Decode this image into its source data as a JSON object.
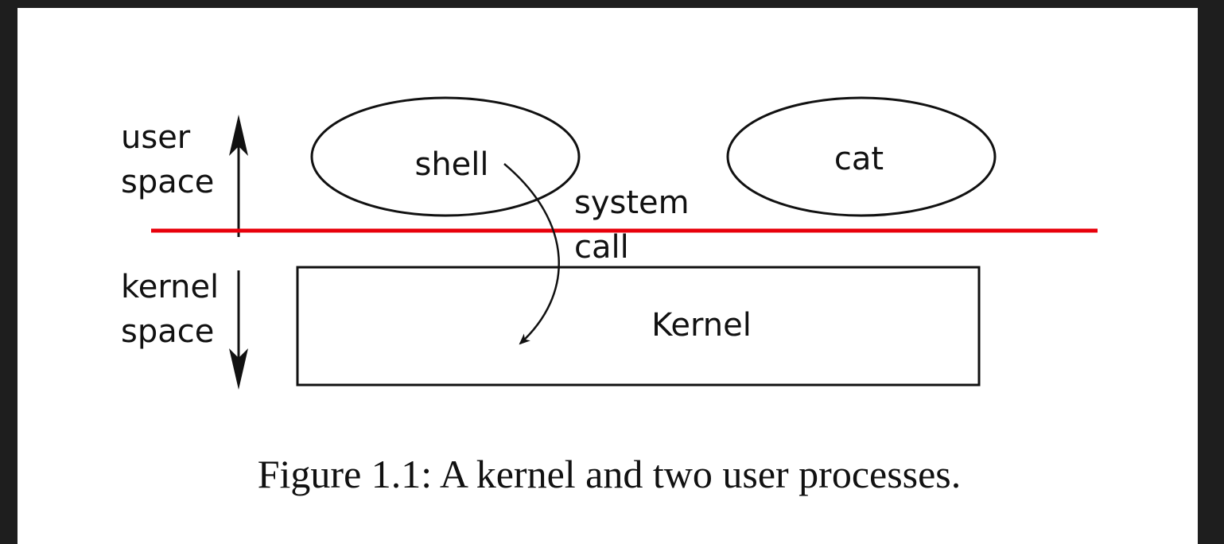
{
  "diagram": {
    "labels": {
      "user_space_line1": "user",
      "user_space_line2": "space",
      "kernel_space_line1": "kernel",
      "kernel_space_line2": "space",
      "shell": "shell",
      "cat": "cat",
      "system_call_line1": "system",
      "system_call_line2": "call",
      "kernel": "Kernel"
    },
    "colors": {
      "boundary_line": "#e8000b",
      "stroke": "#111111"
    }
  },
  "caption": "Figure 1.1: A kernel and two user processes."
}
